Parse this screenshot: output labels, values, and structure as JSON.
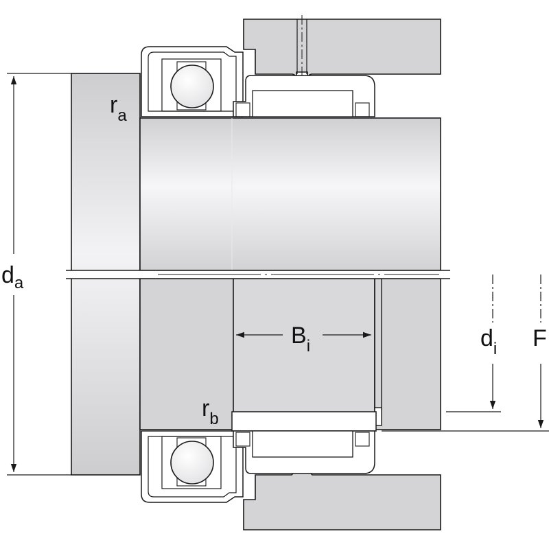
{
  "labels": {
    "da": {
      "main": "d",
      "sub": "a"
    },
    "ra": {
      "main": "r",
      "sub": "a"
    },
    "rb": {
      "main": "r",
      "sub": "b"
    },
    "Bi": {
      "main": "B",
      "sub": "i"
    },
    "di": {
      "main": "d",
      "sub": "i"
    },
    "F": {
      "main": "F",
      "sub": ""
    }
  },
  "colors": {
    "line": "#1a1a1a",
    "section_fill": "#d4d4d6",
    "shaft_light": "#f4f4f6",
    "shaft_dark": "#cfcfd2",
    "background": "#ffffff"
  }
}
